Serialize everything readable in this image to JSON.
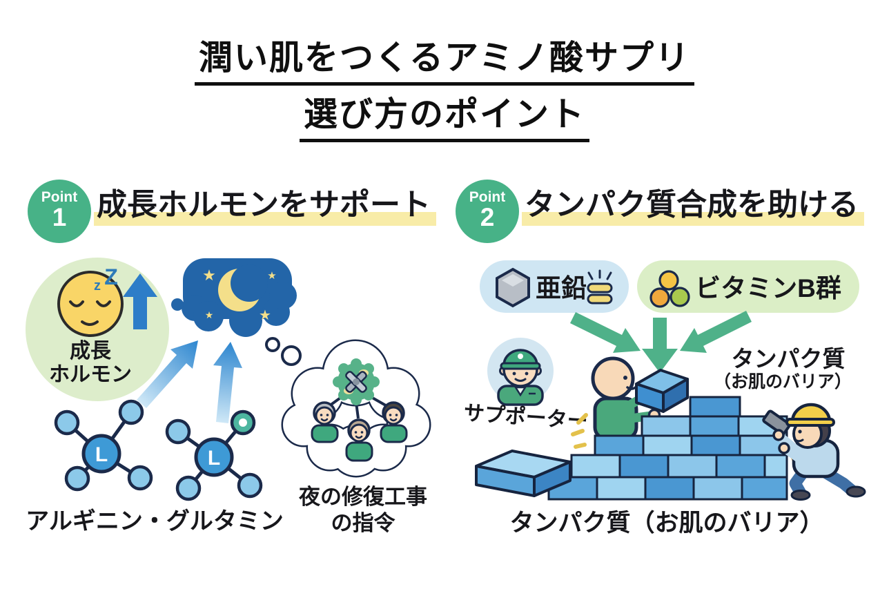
{
  "title": {
    "line1": "潤い肌をつくるアミノ酸サプリ",
    "line2": "選び方のポイント"
  },
  "point1": {
    "badge": {
      "label": "Point",
      "number": "1"
    },
    "heading": "成長ホルモンをサポート",
    "growth_hormone": {
      "line1": "成長",
      "line2": "ホルモン",
      "zzz_small": "z",
      "zzz_big": "Z"
    },
    "molecules": {
      "letter": "L",
      "caption": "アルギニン・グルタミン"
    },
    "thought_bubble": {
      "caption_line1": "夜の修復工事",
      "caption_line2": "の指令"
    }
  },
  "point2": {
    "badge": {
      "label": "Point",
      "number": "2"
    },
    "heading": "タンパク質合成を助ける",
    "nutrients": {
      "zinc": "亜鉛",
      "vitamin_b": "ビタミンB群"
    },
    "supporter": {
      "label": "サプポーター"
    },
    "protein_wall": {
      "label_top_line1": "タンパク質",
      "label_top_line2": "（お肌のバリア）",
      "label_bottom": "タンパク質（お肌のバリア）"
    }
  },
  "icons": {
    "star": "★"
  },
  "colors": {
    "badge_green": "#47b287",
    "highlight_yellow": "#f8eca8",
    "night_blue": "#2365a8",
    "moon_yellow": "#f4df8a",
    "arrow_blue": "#2d7dc8",
    "arrow_green": "#4fb189",
    "brick_blue": "#4a97d2",
    "shirt_green": "#4aa87c",
    "face_yellow": "#f9d567",
    "outline_navy": "#16243f"
  }
}
